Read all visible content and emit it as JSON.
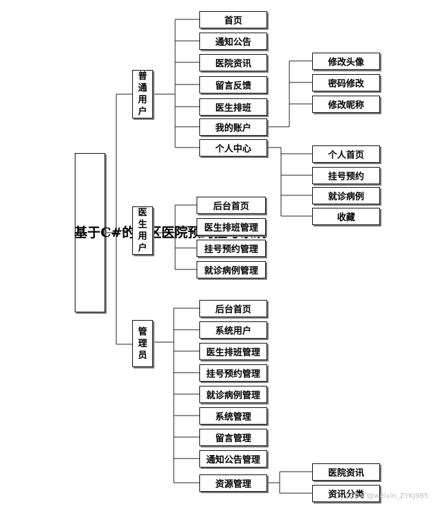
{
  "root": "基于C#的社区医院预约挂号系统",
  "roles": [
    {
      "label": "普通用户",
      "items": [
        {
          "label": "首页"
        },
        {
          "label": "通知公告"
        },
        {
          "label": "医院资讯"
        },
        {
          "label": "留言反馈"
        },
        {
          "label": "医生排班"
        },
        {
          "label": "我的账户",
          "children": [
            "修改头像",
            "密码修改",
            "修改昵称"
          ]
        },
        {
          "label": "个人中心",
          "children": [
            "个人首页",
            "挂号预约",
            "就诊病例",
            "收藏"
          ]
        }
      ]
    },
    {
      "label": "医生用户",
      "items": [
        {
          "label": "后台首页"
        },
        {
          "label": "医生排班管理"
        },
        {
          "label": "挂号预约管理"
        },
        {
          "label": "就诊病例管理"
        }
      ]
    },
    {
      "label": "管理员",
      "items": [
        {
          "label": "后台首页"
        },
        {
          "label": "系统用户"
        },
        {
          "label": "医生排班管理"
        },
        {
          "label": "挂号预约管理"
        },
        {
          "label": "就诊病例管理"
        },
        {
          "label": "系统管理"
        },
        {
          "label": "留言管理"
        },
        {
          "label": "通知公告管理"
        },
        {
          "label": "资源管理",
          "children": [
            "医院资讯",
            "资讯分类"
          ]
        }
      ]
    }
  ],
  "watermark": "CSDN @weixin_ZYKJ985"
}
